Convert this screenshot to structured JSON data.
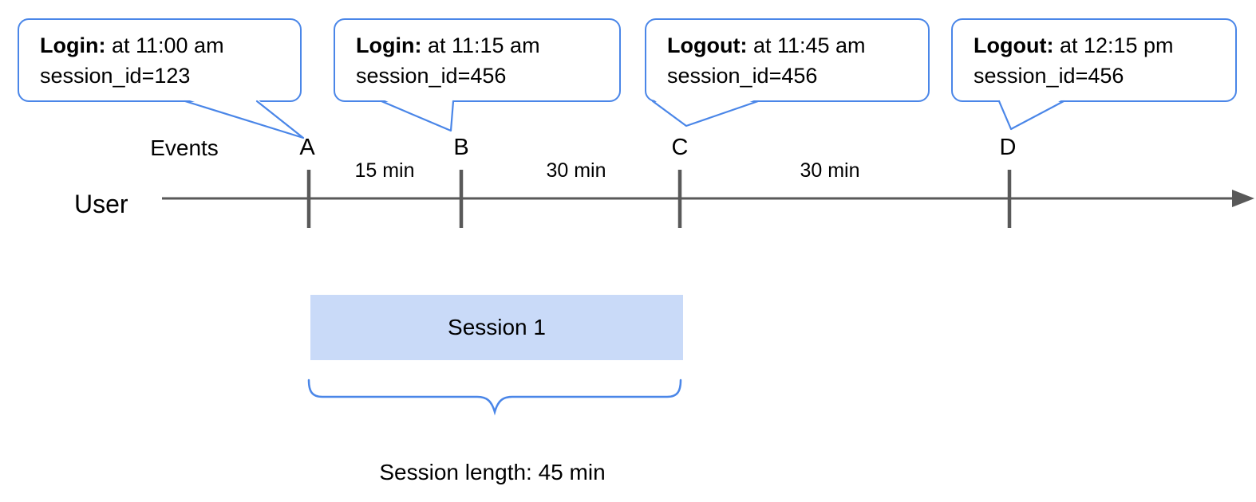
{
  "callouts": [
    {
      "event": "Login:",
      "time_text": " at 11:00 am",
      "session_text": "session_id=123"
    },
    {
      "event": "Login:",
      "time_text": " at 11:15 am",
      "session_text": "session_id=456"
    },
    {
      "event": "Logout:",
      "time_text": " at 11:45 am",
      "session_text": "session_id=456"
    },
    {
      "event": "Logout:",
      "time_text": " at 12:15 pm",
      "session_text": "session_id=456"
    }
  ],
  "timeline": {
    "axis_label": "User",
    "events_label": "Events",
    "events": [
      "A",
      "B",
      "C",
      "D"
    ],
    "intervals": [
      "15 min",
      "30 min",
      "30 min"
    ]
  },
  "session": {
    "box_label": "Session 1",
    "length_label": "Session length: 45 min"
  },
  "colors": {
    "accent_blue": "#4a86e8",
    "session_fill": "#c9daf8",
    "line_gray": "#595959"
  }
}
